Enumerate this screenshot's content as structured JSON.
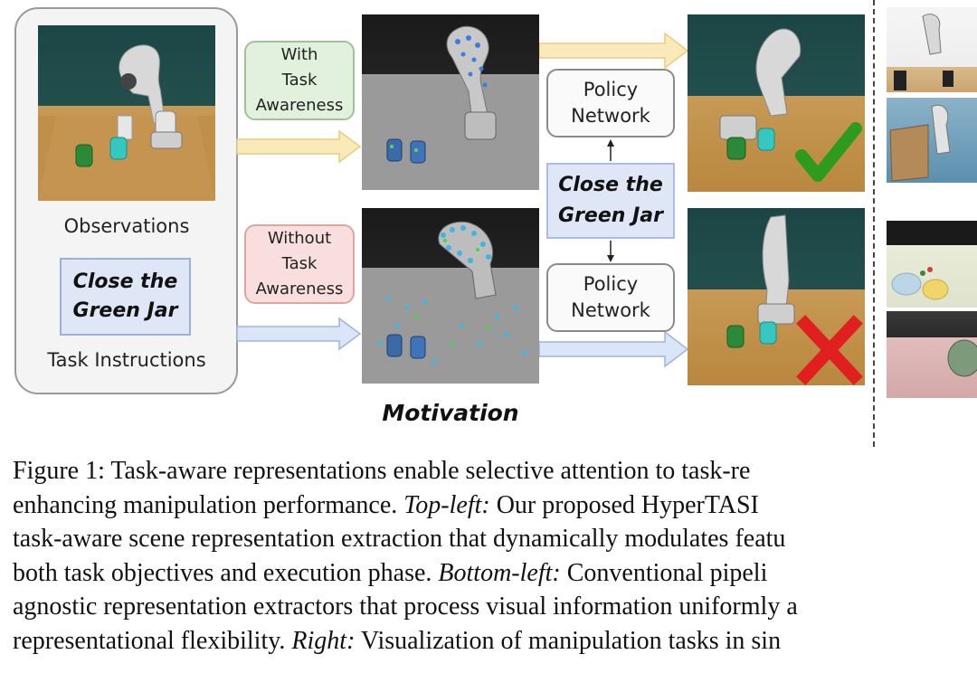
{
  "diagram": {
    "observations_label": "Observations",
    "task_instructions_label": "Task Instructions",
    "instruction_text": "Close the\nGreen Jar",
    "with_awareness": "With\nTask\nAwareness",
    "without_awareness": "Without\nTask\nAwareness",
    "policy_network_top": "Policy\nNetwork",
    "policy_network_bottom": "Policy\nNetwork",
    "center_instruction": "Close the\nGreen Jar",
    "motivation_label": "Motivation",
    "colors": {
      "with_bubble": "#e2f1dd",
      "without_bubble": "#f8dedd",
      "instruction_box": "#dfe7f6",
      "success_check": "#2e9a1f",
      "failure_cross": "#e01f1f"
    },
    "icons": [
      "check-icon",
      "cross-icon"
    ]
  },
  "caption": {
    "line1": "Figure 1:   Task-aware representations enable selective attention to task-re",
    "line2_pre": "enhancing manipulation performance. ",
    "line2_it": "Top-left:",
    "line2_post": " Our proposed HyperTASI",
    "line3": "task-aware scene representation extraction that dynamically modulates featu",
    "line4_pre": "both task objectives and execution phase. ",
    "line4_it": "Bottom-left:",
    "line4_post": " Conventional pipeli",
    "line5": "agnostic representation extractors that process visual information uniformly a",
    "line6_pre": "representational flexibility. ",
    "line6_it": "Right:",
    "line6_post": " Visualization of manipulation tasks in sin"
  }
}
